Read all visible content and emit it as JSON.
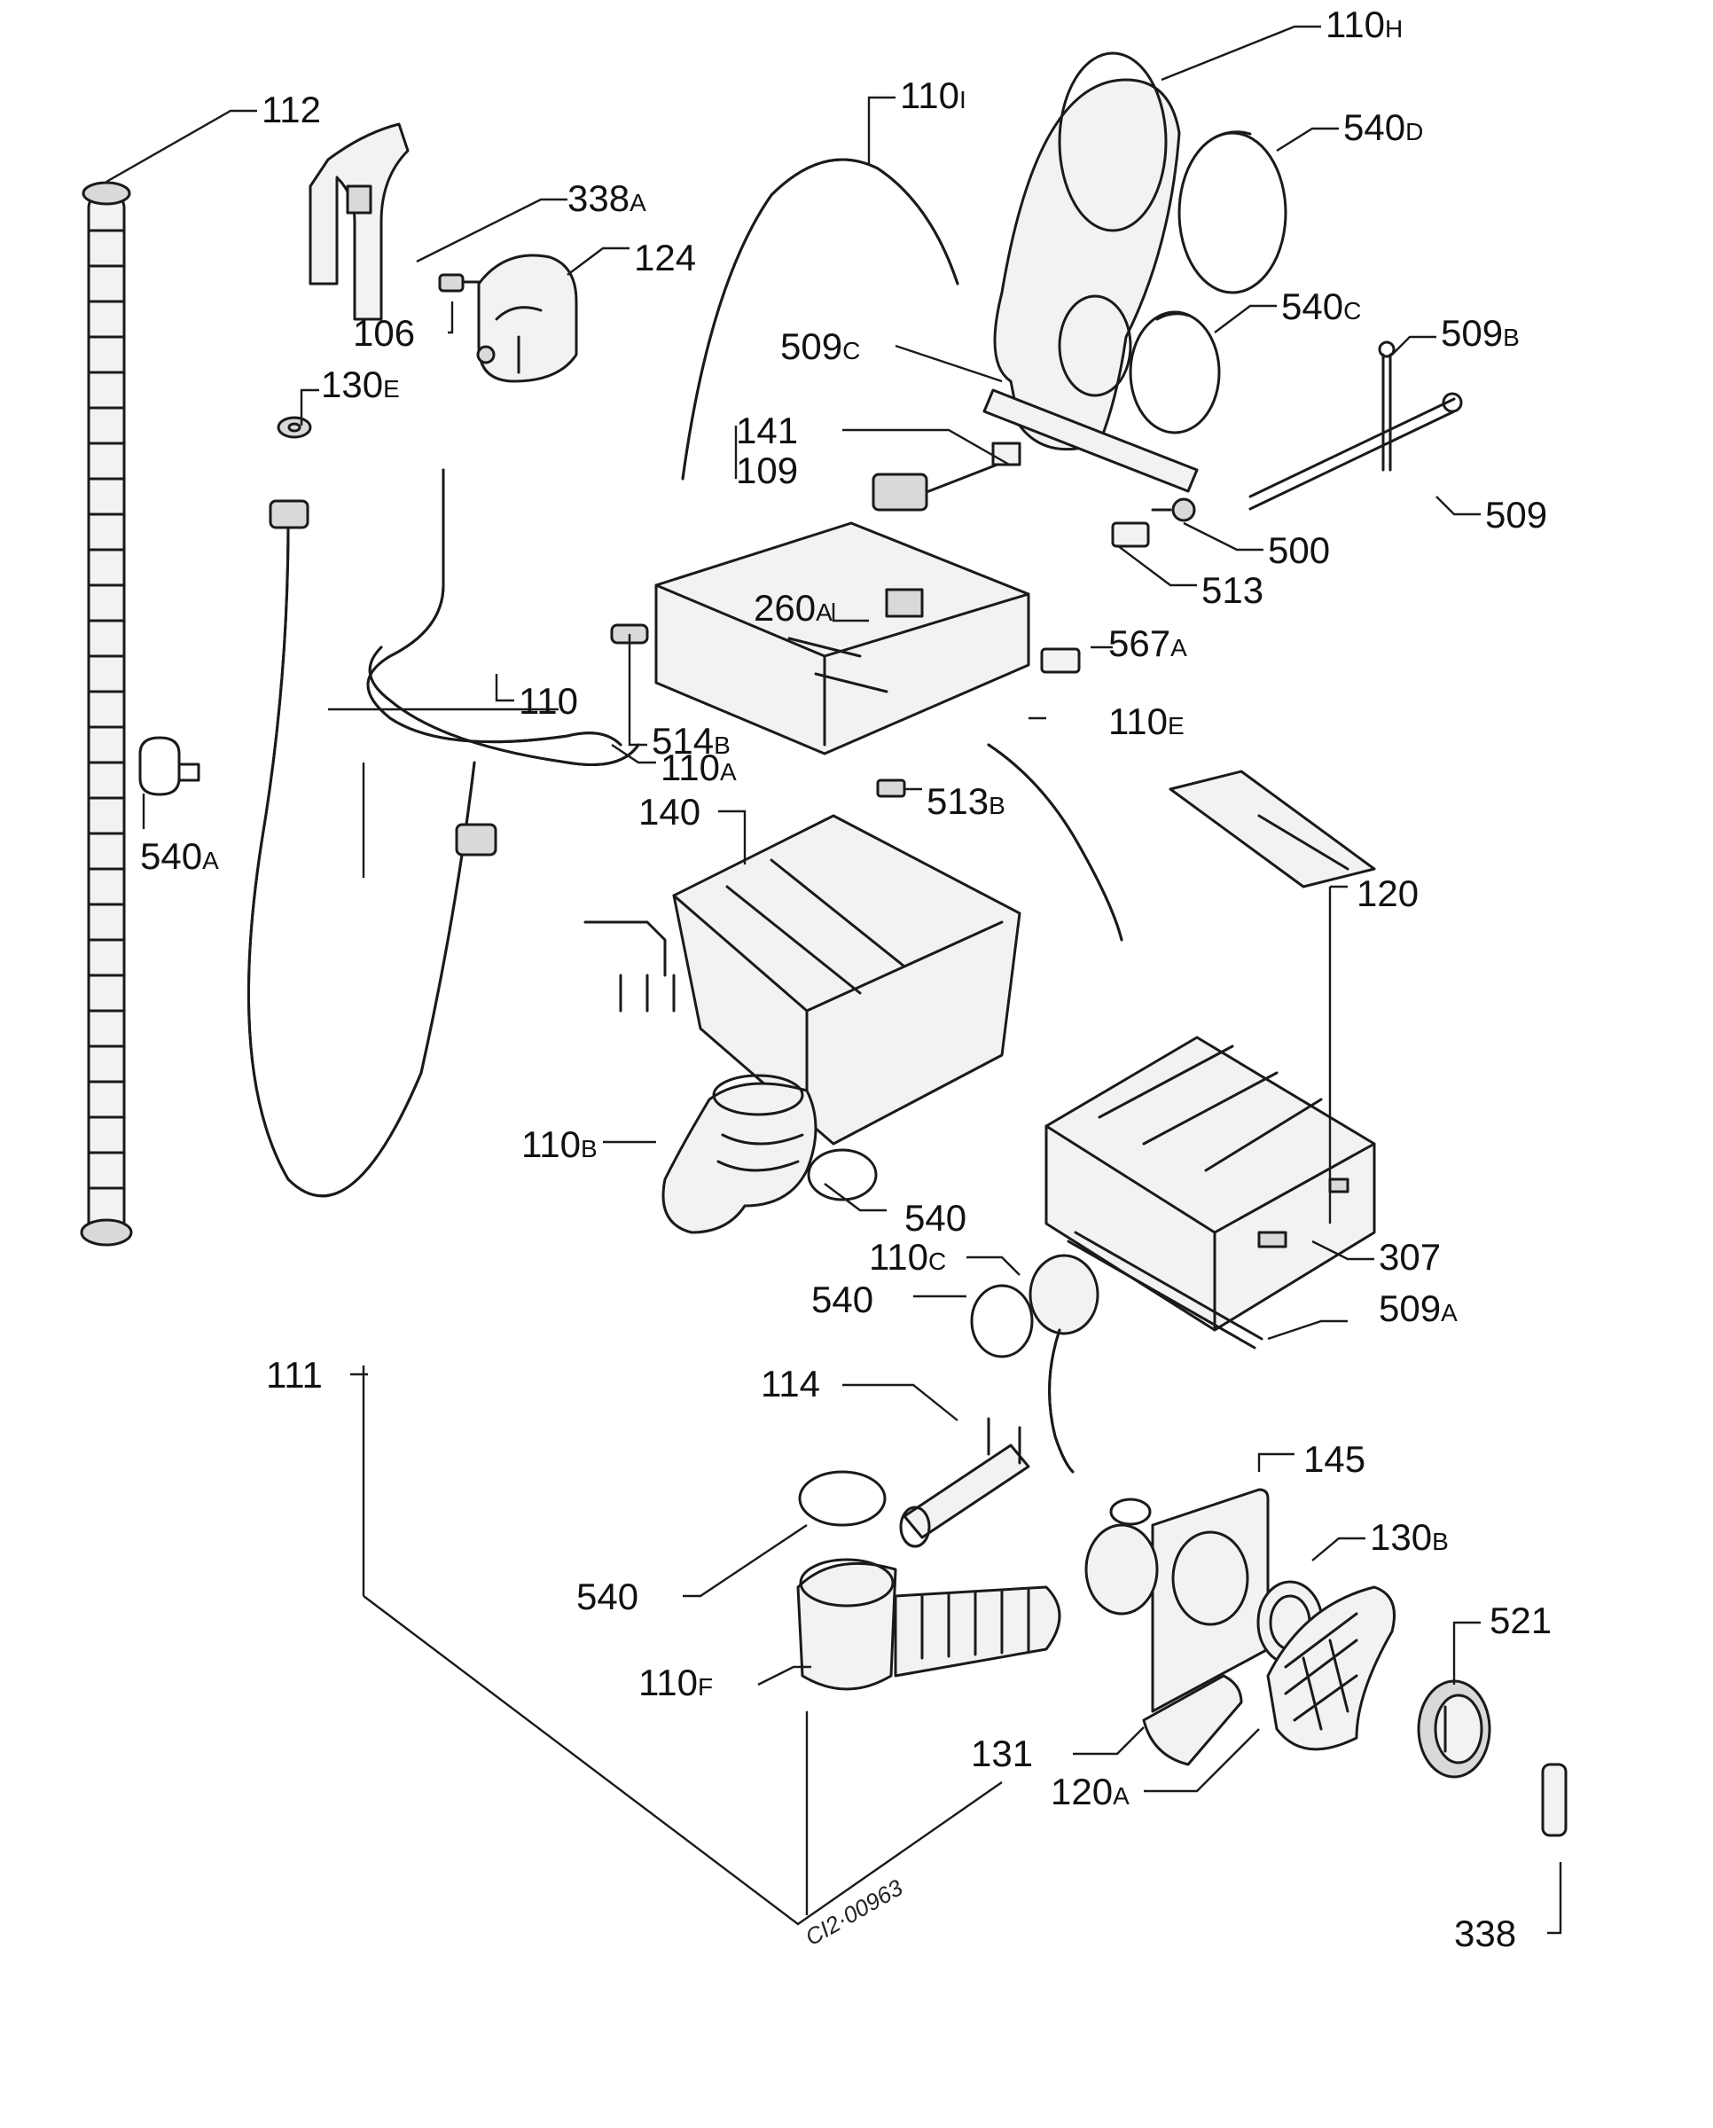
{
  "callouts": [
    {
      "id": "112",
      "num": "112",
      "suffix": ""
    },
    {
      "id": "338a",
      "num": "338",
      "suffix": "A"
    },
    {
      "id": "124",
      "num": "124",
      "suffix": ""
    },
    {
      "id": "106",
      "num": "106",
      "suffix": ""
    },
    {
      "id": "130e",
      "num": "130",
      "suffix": "E"
    },
    {
      "id": "110i",
      "num": "110",
      "suffix": "I"
    },
    {
      "id": "110h",
      "num": "110",
      "suffix": "H"
    },
    {
      "id": "540d",
      "num": "540",
      "suffix": "D"
    },
    {
      "id": "540c",
      "num": "540",
      "suffix": "C"
    },
    {
      "id": "509b",
      "num": "509",
      "suffix": "B"
    },
    {
      "id": "509c",
      "num": "509",
      "suffix": "C"
    },
    {
      "id": "141",
      "num": "141",
      "suffix": ""
    },
    {
      "id": "109",
      "num": "109",
      "suffix": ""
    },
    {
      "id": "509",
      "num": "509",
      "suffix": ""
    },
    {
      "id": "500",
      "num": "500",
      "suffix": ""
    },
    {
      "id": "513",
      "num": "513",
      "suffix": ""
    },
    {
      "id": "260a",
      "num": "260",
      "suffix": "A"
    },
    {
      "id": "567a",
      "num": "567",
      "suffix": "A"
    },
    {
      "id": "110",
      "num": "110",
      "suffix": ""
    },
    {
      "id": "514b",
      "num": "514",
      "suffix": "B"
    },
    {
      "id": "110e",
      "num": "110",
      "suffix": "E"
    },
    {
      "id": "110a",
      "num": "110",
      "suffix": "A"
    },
    {
      "id": "540a",
      "num": "540",
      "suffix": "A"
    },
    {
      "id": "140",
      "num": "140",
      "suffix": ""
    },
    {
      "id": "513b",
      "num": "513",
      "suffix": "B"
    },
    {
      "id": "120",
      "num": "120",
      "suffix": ""
    },
    {
      "id": "110b",
      "num": "110",
      "suffix": "B"
    },
    {
      "id": "540-top",
      "num": "540",
      "suffix": ""
    },
    {
      "id": "110c",
      "num": "110",
      "suffix": "C"
    },
    {
      "id": "307",
      "num": "307",
      "suffix": ""
    },
    {
      "id": "540-mid",
      "num": "540",
      "suffix": ""
    },
    {
      "id": "509a",
      "num": "509",
      "suffix": "A"
    },
    {
      "id": "111",
      "num": "111",
      "suffix": ""
    },
    {
      "id": "114",
      "num": "114",
      "suffix": ""
    },
    {
      "id": "145",
      "num": "145",
      "suffix": ""
    },
    {
      "id": "130b",
      "num": "130",
      "suffix": "B"
    },
    {
      "id": "540-low",
      "num": "540",
      "suffix": ""
    },
    {
      "id": "521",
      "num": "521",
      "suffix": ""
    },
    {
      "id": "110f",
      "num": "110",
      "suffix": "F"
    },
    {
      "id": "131",
      "num": "131",
      "suffix": ""
    },
    {
      "id": "120a",
      "num": "120",
      "suffix": "A"
    },
    {
      "id": "338",
      "num": "338",
      "suffix": ""
    }
  ],
  "reference_code": "CI2·00963"
}
